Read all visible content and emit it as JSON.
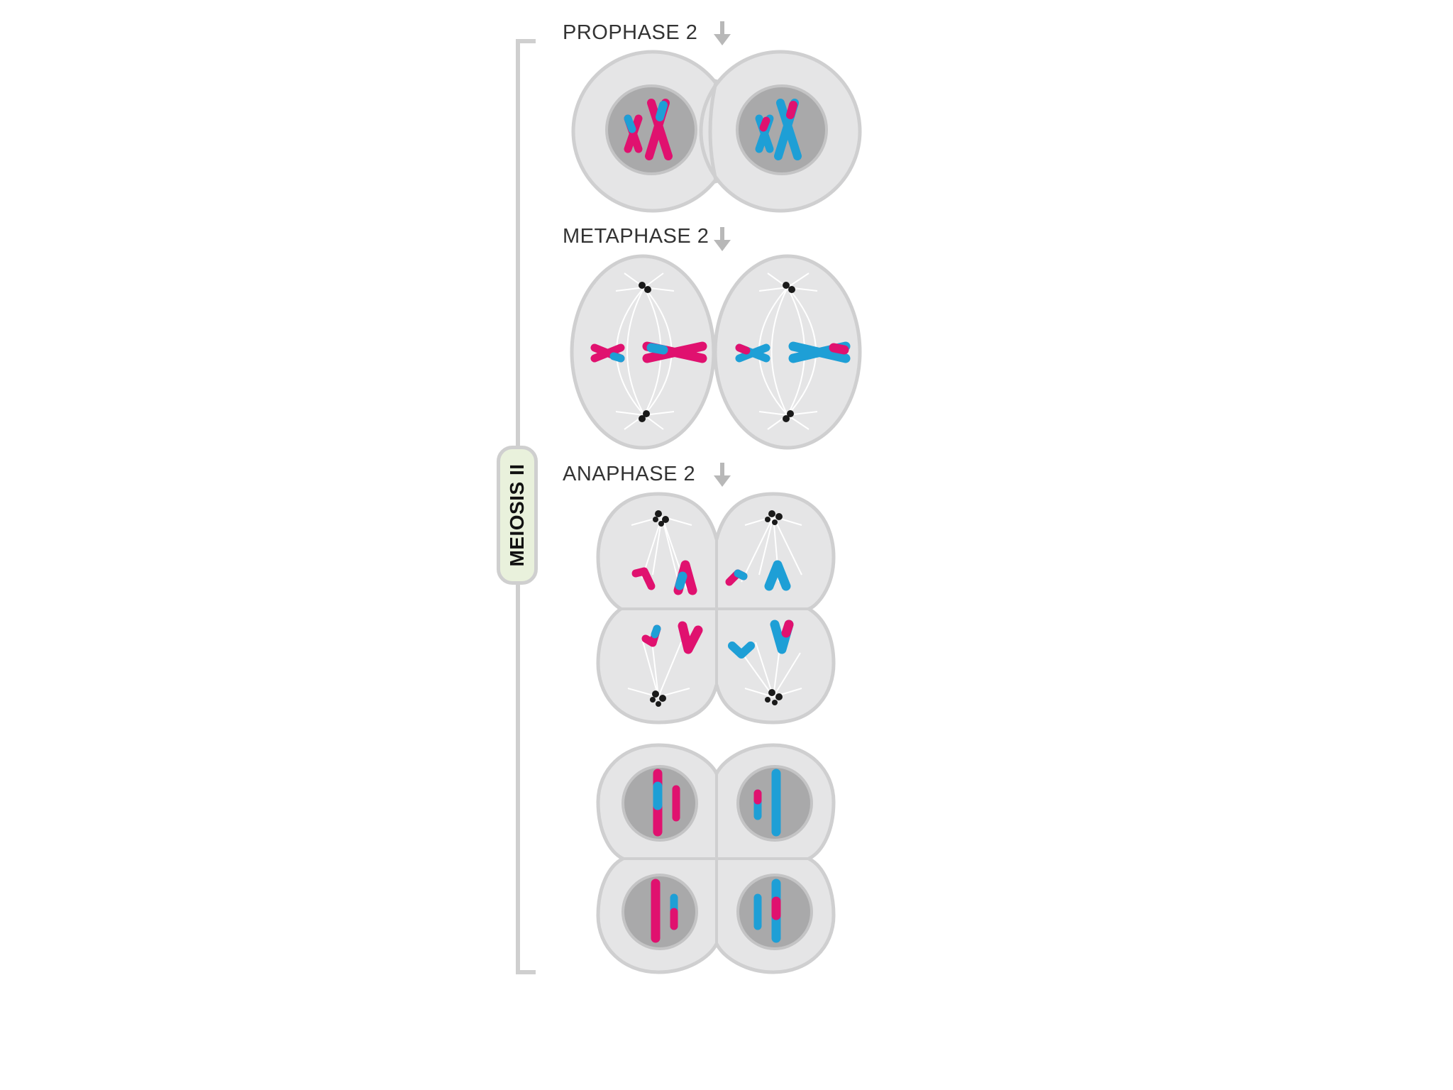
{
  "stages": {
    "prophase": "PROPHASE 2",
    "metaphase": "METAPHASE 2",
    "anaphase": "ANAPHASE 2"
  },
  "bracket_label": "MEIOSIS II",
  "colors": {
    "maternal": "#e0116f",
    "paternal": "#1e9fd6",
    "cell_fill": "#e5e5e6",
    "cell_outline": "#cfcfd0",
    "nucleus": "#a9a9aa",
    "centrosome": "#1a1a1a",
    "bracket": "#cfcfcf",
    "tag_fill": "#e9f1dc"
  },
  "icons": [
    "arrow-down-icon"
  ]
}
